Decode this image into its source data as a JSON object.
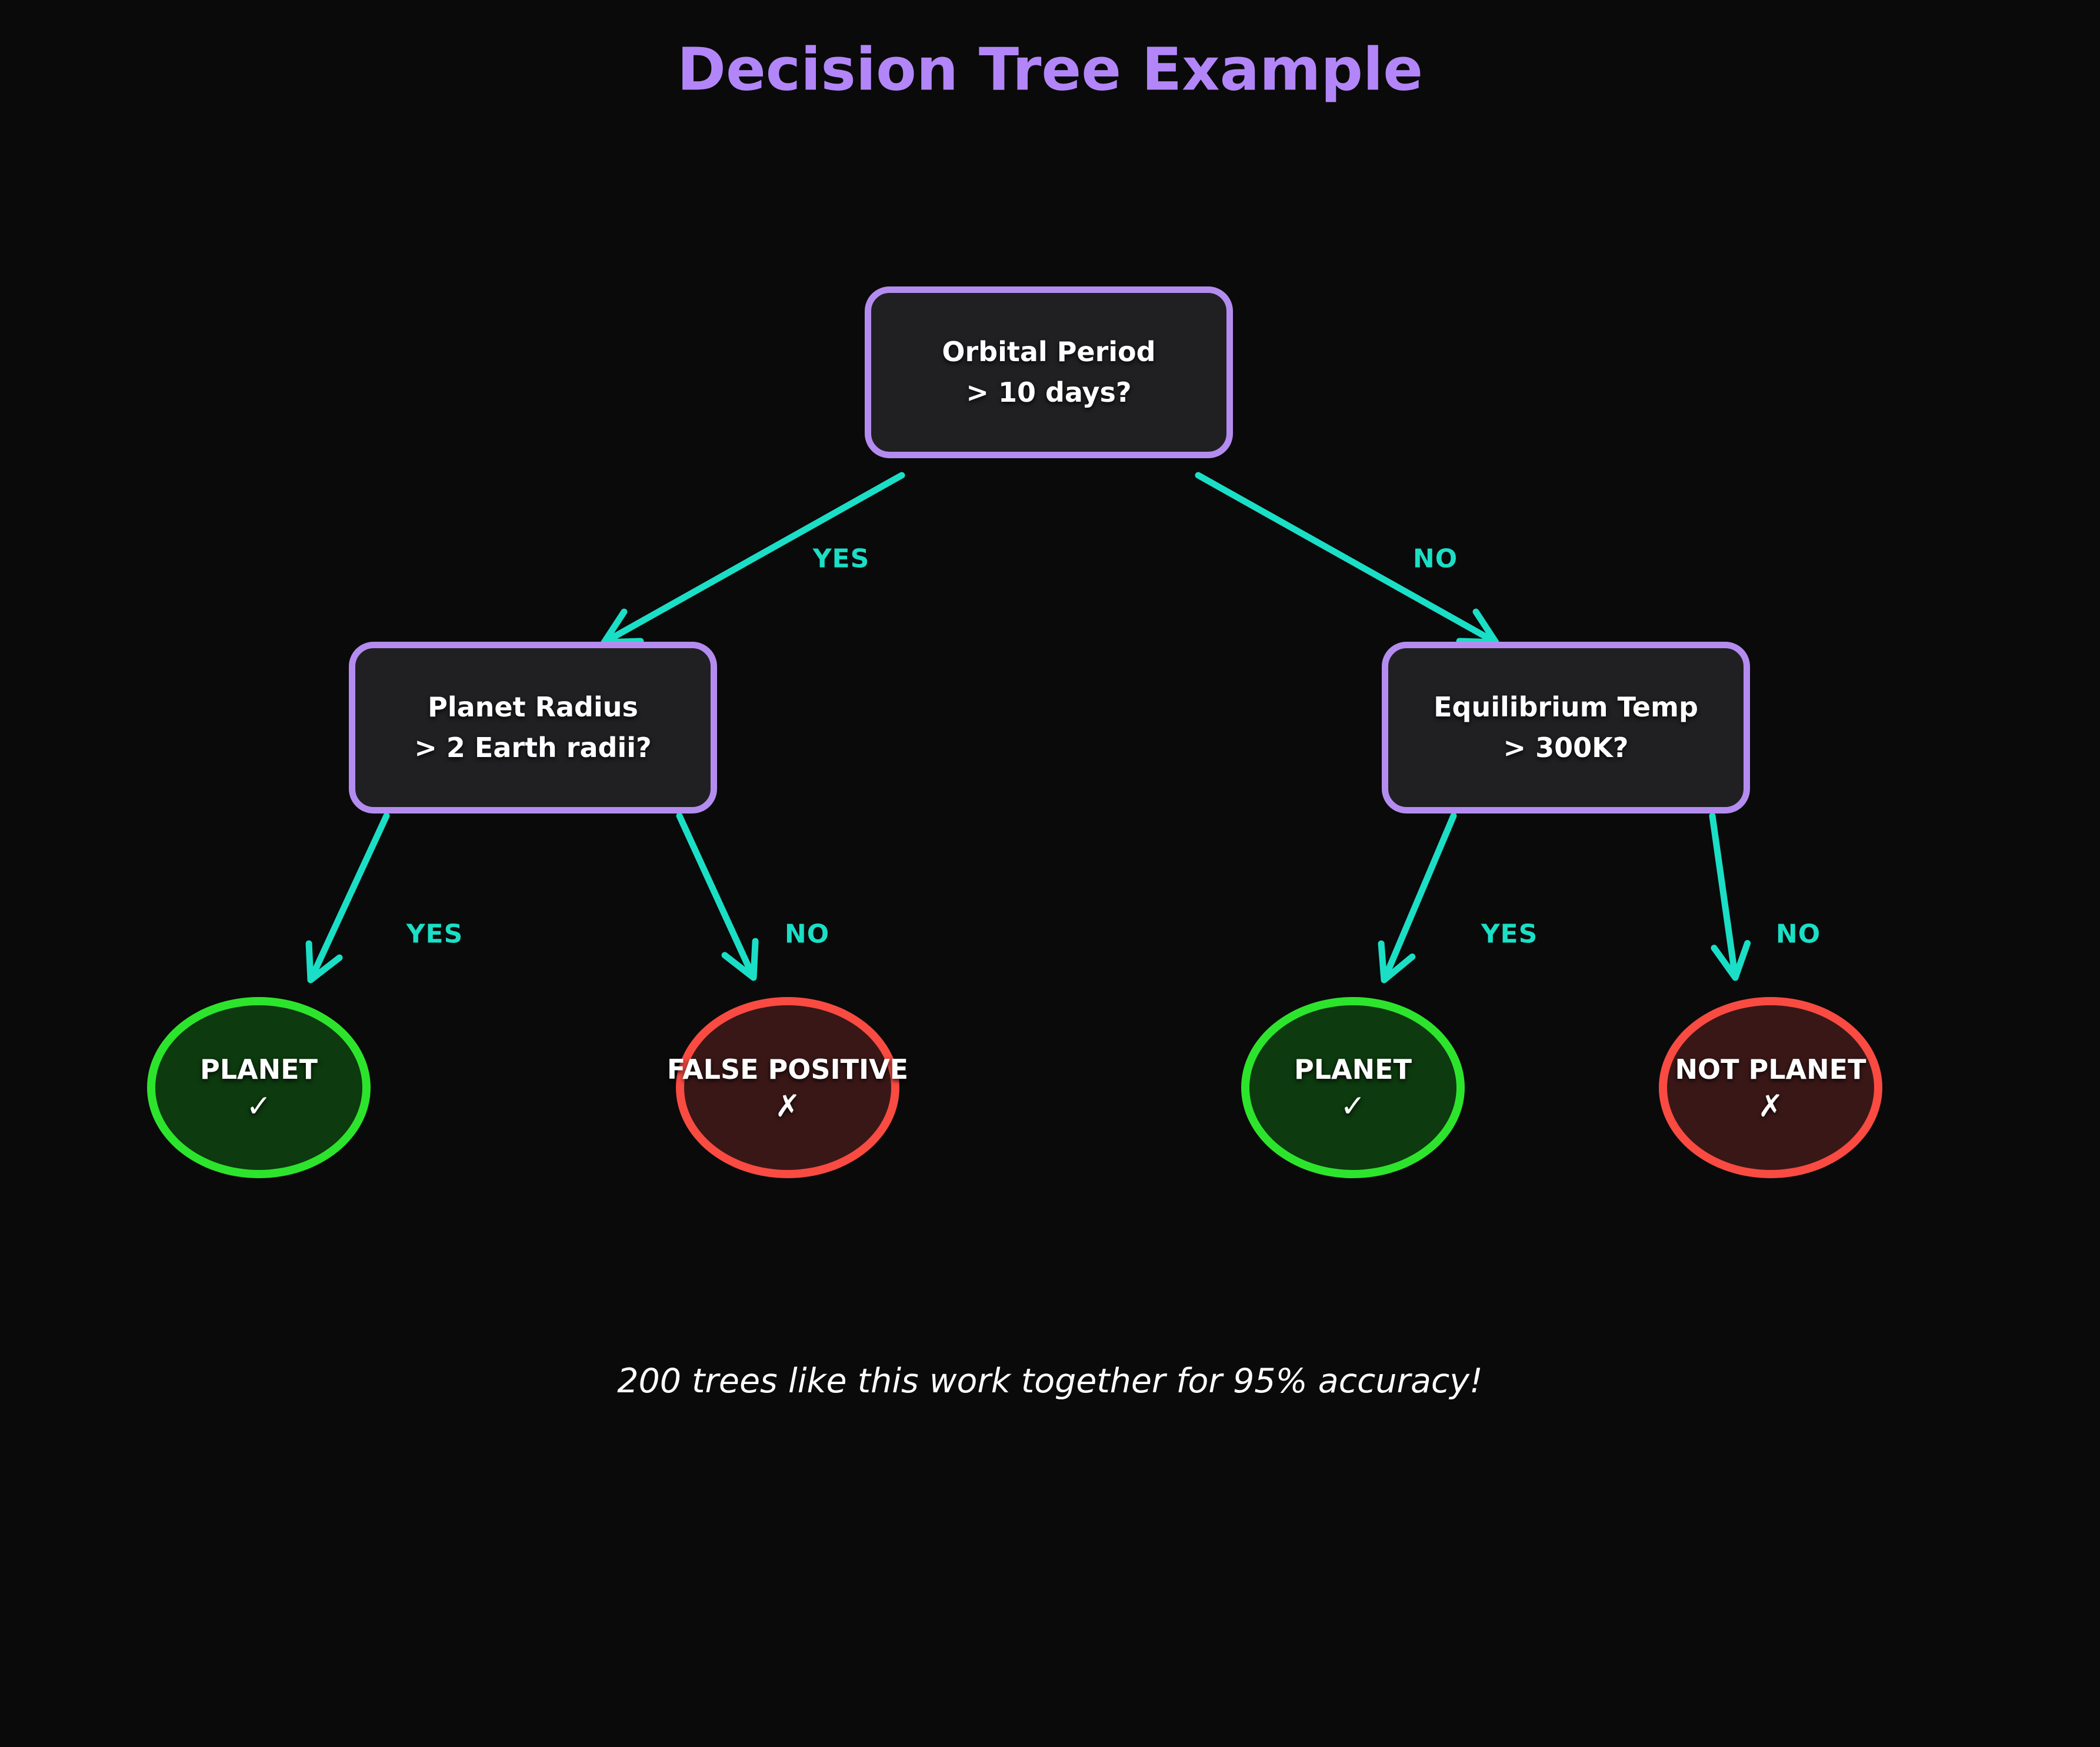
{
  "title": "Decision Tree Example",
  "caption": "200 trees like this work together for 95% accuracy!",
  "colors": {
    "background": "#0a0a0a",
    "node_fill": "#202023",
    "node_border": "#b48cf0",
    "title": "#b286f8",
    "edge": "#1adfc6",
    "leaf_green_fill": "#0d3a0f",
    "leaf_green_border": "#2de42d",
    "leaf_red_fill": "#3a1717",
    "leaf_red_border": "#f94b42",
    "text": "#ffffff"
  },
  "nodes": {
    "root": {
      "line1": "Orbital Period",
      "line2": "> 10 days?"
    },
    "left": {
      "line1": "Planet Radius",
      "line2": "> 2 Earth radii?"
    },
    "right": {
      "line1": "Equilibrium Temp",
      "line2": "> 300K?"
    }
  },
  "edge_labels": {
    "root_yes": "YES",
    "root_no": "NO",
    "left_yes": "YES",
    "left_no": "NO",
    "right_yes": "YES",
    "right_no": "NO"
  },
  "leaves": [
    {
      "label": "PLANET",
      "symbol": "✓",
      "variant": "green"
    },
    {
      "label": "FALSE POSITIVE",
      "symbol": "✗",
      "variant": "red"
    },
    {
      "label": "PLANET",
      "symbol": "✓",
      "variant": "green"
    },
    {
      "label": "NOT PLANET",
      "symbol": "✗",
      "variant": "red"
    }
  ]
}
